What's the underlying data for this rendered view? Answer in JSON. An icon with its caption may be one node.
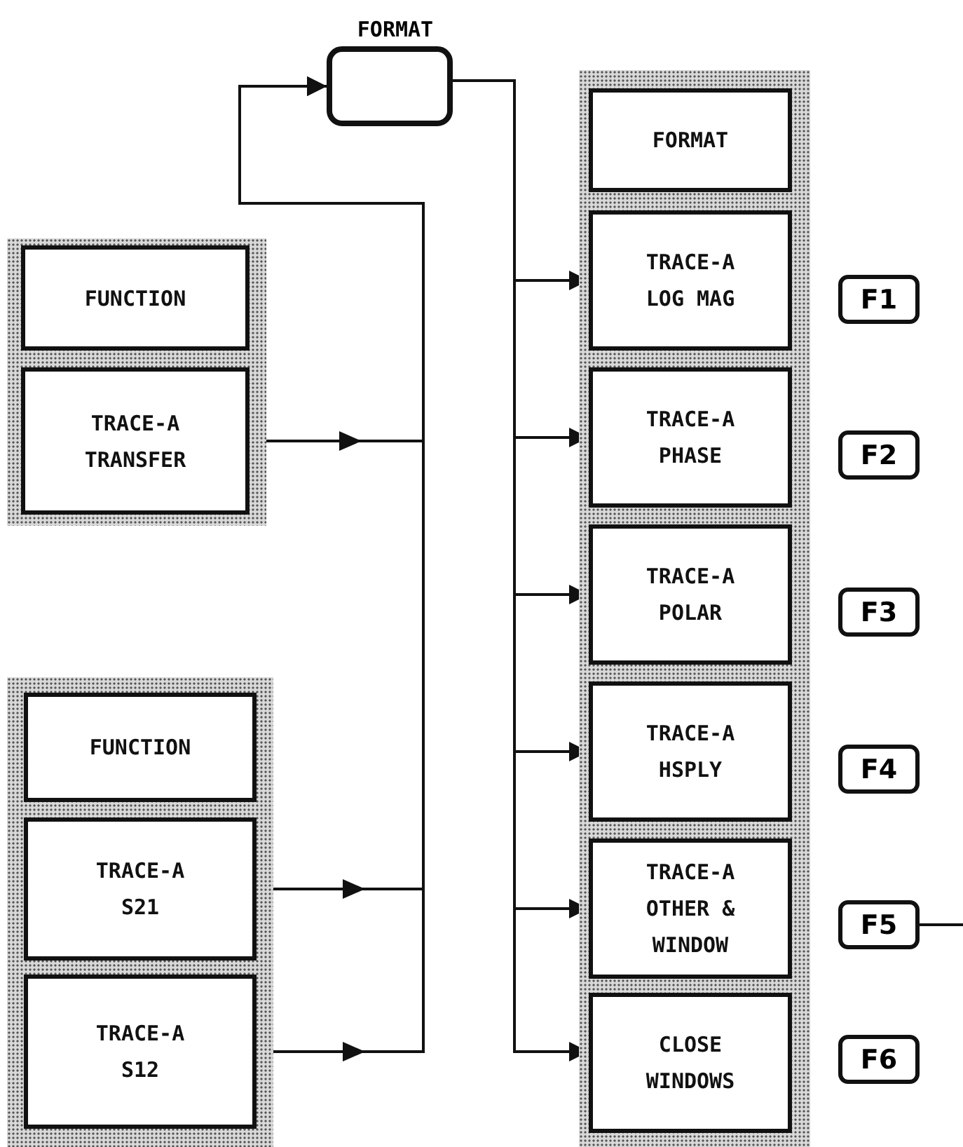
{
  "diagram": {
    "nodes": [
      {
        "text": [
          "FORMAT"
        ]
      },
      {
        "text": [],
        "shape": "box"
      },
      {
        "text": [
          "FUNCTION"
        ],
        "in": 1
      },
      {
        "text": [
          "TRACE-A TRANSFER"
        ],
        "in": 1
      },
      {
        "text": [],
        "shape": "box"
      },
      {
        "text": [
          "FUNCTION"
        ],
        "in": 4
      },
      {
        "text": [
          "TRACE-A S21"
        ],
        "in": 4
      },
      {
        "text": [
          "TRACE-A S12"
        ],
        "in": 4
      },
      {
        "text": [],
        "shape": "box"
      },
      {
        "text": [
          "FORMAT"
        ],
        "in": 8
      },
      {
        "text": [
          "TRACE-A LOG MAG"
        ],
        "in": 8
      },
      {
        "text": [
          "TRACE-A PHASE"
        ],
        "in": 8
      },
      {
        "text": [
          "TRACE-A POLAR"
        ],
        "in": 8
      },
      {
        "text": [
          "TRACE-A HSPLY"
        ],
        "in": 8
      },
      {
        "text": [
          "TRACE-A OTHER & WINDOW"
        ],
        "in": 8
      },
      {
        "text": [
          "CLOSE WINDOWS"
        ],
        "in": 8
      },
      {
        "text": [
          "F1"
        ]
      },
      {
        "text": [
          "F2"
        ]
      },
      {
        "text": [
          "F3"
        ]
      },
      {
        "text": [
          "F4"
        ]
      },
      {
        "text": [
          "F5"
        ]
      },
      {
        "text": [
          "F6"
        ]
      }
    ],
    "edges": [
      {
        "from": 3,
        "to": 0,
        "arrow": "to"
      },
      {
        "from": 6,
        "to": 0,
        "arrow": "to"
      },
      {
        "from": 7,
        "to": 0,
        "arrow": "to"
      },
      {
        "from": 0,
        "to": 10,
        "arrow": "to"
      },
      {
        "from": 0,
        "to": 11,
        "arrow": "to"
      },
      {
        "from": 0,
        "to": 12,
        "arrow": "to"
      },
      {
        "from": 0,
        "to": 13,
        "arrow": "to"
      },
      {
        "from": 0,
        "to": 14,
        "arrow": "to"
      },
      {
        "from": 0,
        "to": 15,
        "arrow": "to"
      },
      {
        "from": 20,
        "to": null,
        "arrow": "none"
      }
    ]
  }
}
